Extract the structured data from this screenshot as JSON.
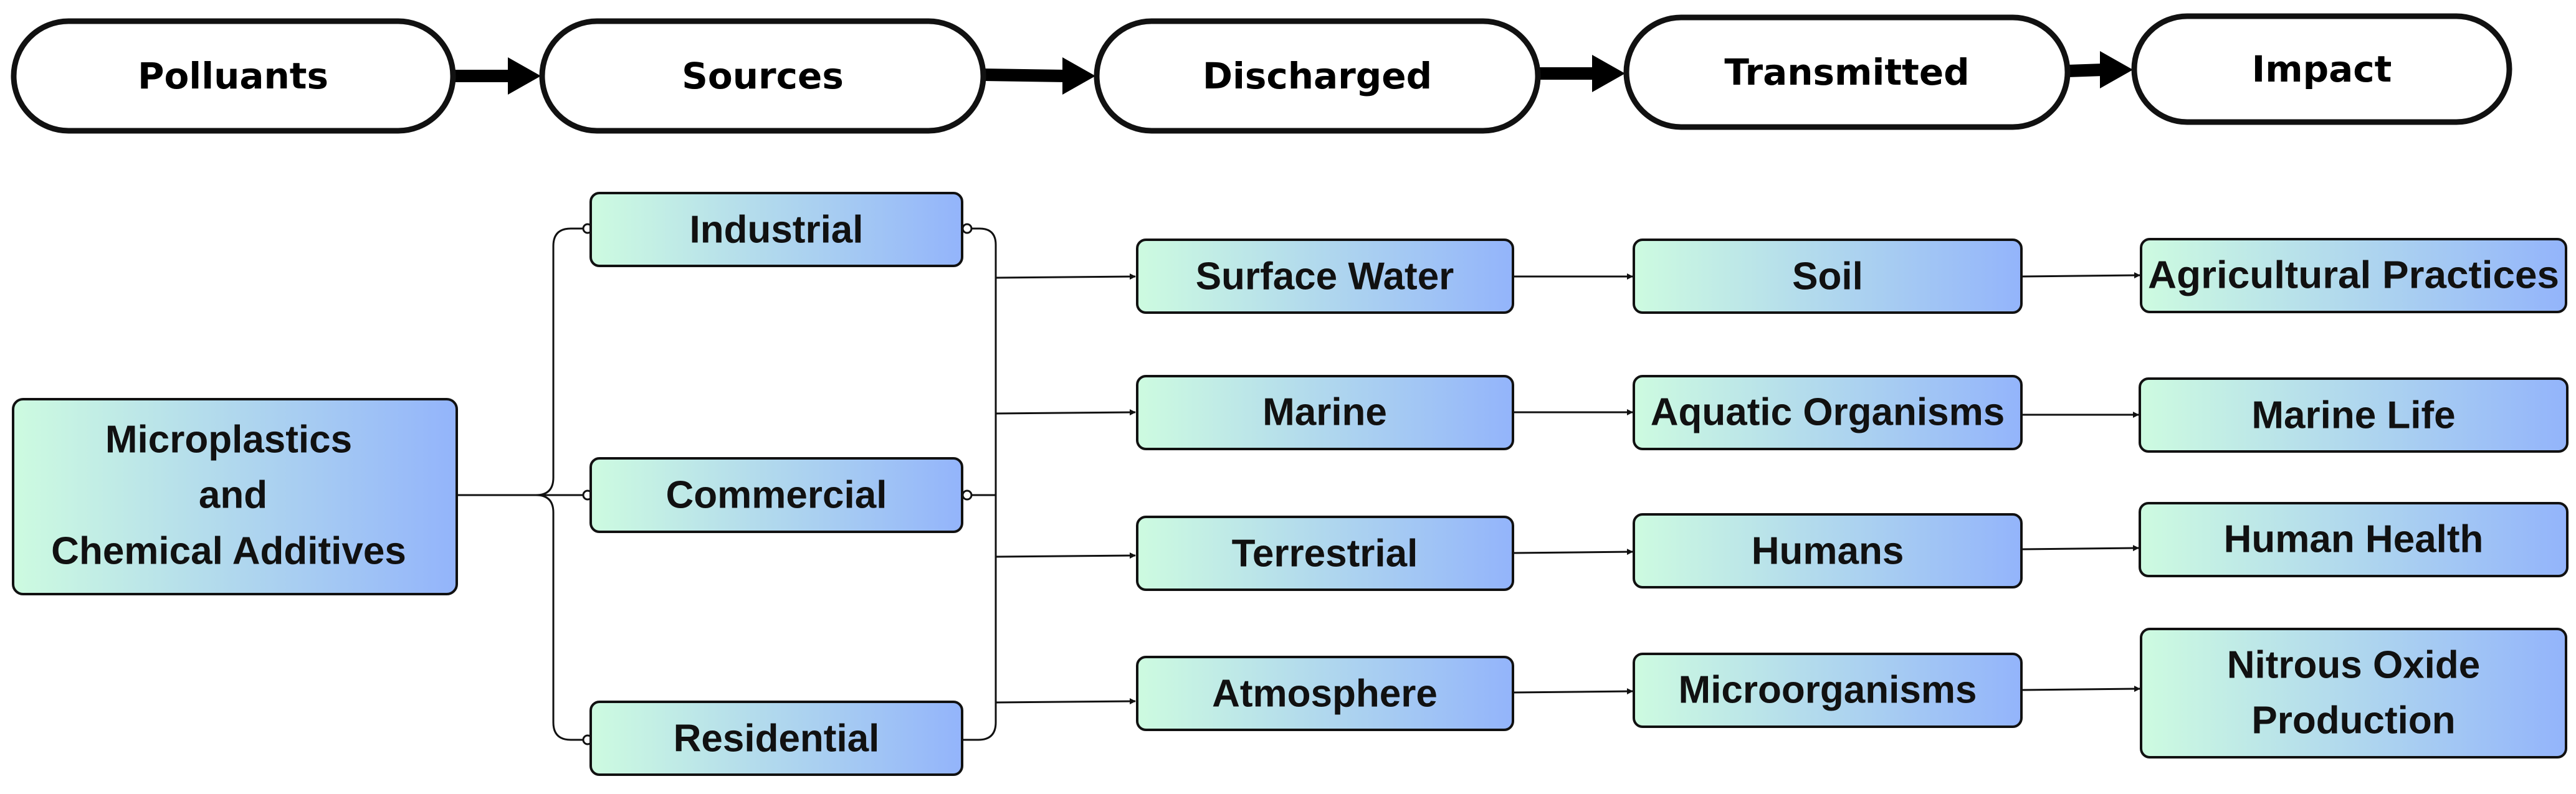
{
  "header_stages": [
    {
      "id": "polluants",
      "label": "Polluants"
    },
    {
      "id": "sources",
      "label": "Sources"
    },
    {
      "id": "discharged",
      "label": "Discharged"
    },
    {
      "id": "transmitted",
      "label": "Transmitted"
    },
    {
      "id": "impact",
      "label": "Impact"
    }
  ],
  "pollutant": {
    "lines": [
      "Microplastics",
      "and",
      "Chemical Additives"
    ]
  },
  "sources": [
    {
      "id": "industrial",
      "label": "Industrial"
    },
    {
      "id": "commercial",
      "label": "Commercial"
    },
    {
      "id": "residential",
      "label": "Residential"
    }
  ],
  "discharged": [
    {
      "id": "surface-water",
      "label": "Surface Water"
    },
    {
      "id": "marine",
      "label": "Marine"
    },
    {
      "id": "terrestrial",
      "label": "Terrestrial"
    },
    {
      "id": "atmosphere",
      "label": "Atmosphere"
    }
  ],
  "transmitted": [
    {
      "id": "soil",
      "label": "Soil"
    },
    {
      "id": "aquatic-organisms",
      "label": "Aquatic Organisms"
    },
    {
      "id": "humans",
      "label": "Humans"
    },
    {
      "id": "microorganisms",
      "label": "Microorganisms"
    }
  ],
  "impacts": [
    {
      "id": "agricultural-practices",
      "label": "Agricultural Practices"
    },
    {
      "id": "marine-life",
      "label": "Marine Life"
    },
    {
      "id": "human-health",
      "label": "Human Health"
    },
    {
      "id": "nitrous-oxide-production",
      "lines": [
        "Nitrous Oxide",
        "Production"
      ]
    }
  ],
  "colors": {
    "box_gradient_start": "#cdfbe0",
    "box_gradient_end": "#93b4fb",
    "outline": "#111111",
    "pill_fill": "#ffffff"
  }
}
